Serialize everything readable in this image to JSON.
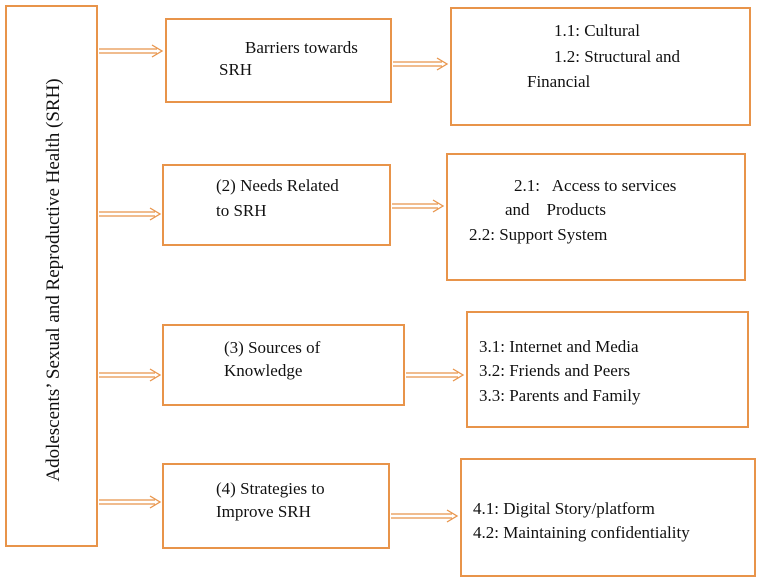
{
  "root": {
    "label": "Adolescents’ Sexual and Reproductive Health (SRH)"
  },
  "themes": [
    {
      "label_lines": [
        "Barriers towards",
        "SRH"
      ],
      "subthemes": [
        "1.1: Cultural",
        "1.2: Structural and",
        "Financial"
      ]
    },
    {
      "label_lines": [
        "(2) Needs Related",
        "to SRH"
      ],
      "subthemes": [
        "2.1:   Access to services",
        "and    Products",
        "2.2: Support System"
      ]
    },
    {
      "label_lines": [
        "(3) Sources of",
        "Knowledge"
      ],
      "subthemes": [
        "3.1: Internet and Media",
        "3.2: Friends and Peers",
        "3.3: Parents and Family"
      ]
    },
    {
      "label_lines": [
        "(4) Strategies to",
        "Improve SRH"
      ],
      "subthemes": [
        "4.1: Digital Story/platform",
        "4.2: Maintaining confidentiality"
      ]
    }
  ],
  "colors": {
    "border": "#e8944a",
    "arrow": "#e8944a"
  }
}
